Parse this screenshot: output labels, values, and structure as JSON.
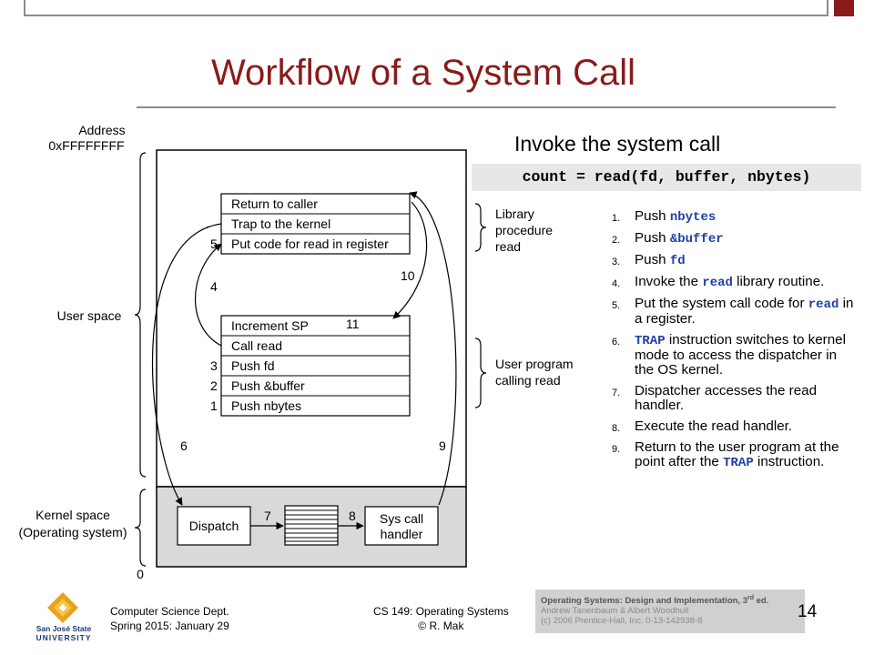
{
  "slide": {
    "title": "Workflow of a System Call",
    "subtitle": "Invoke the system call",
    "code": "count = read(fd, buffer, nbytes)",
    "page_number": "14"
  },
  "diagram": {
    "address_label": "Address",
    "address_top": "0xFFFFFFFF",
    "address_bottom": "0",
    "user_space_label": "User space",
    "kernel_space_label": "Kernel space",
    "kernel_space_sub": "(Operating system)",
    "library_box": [
      "Return to caller",
      "Trap to the kernel",
      "Put code for read in register"
    ],
    "program_box": [
      "Increment SP",
      "Call read",
      "Push fd",
      "Push &buffer",
      "Push nbytes"
    ],
    "library_brace_label": [
      "Library",
      "procedure",
      "read"
    ],
    "program_brace_label": [
      "User program",
      "calling read"
    ],
    "dispatch_label": "Dispatch",
    "handler_label": [
      "Sys call",
      "handler"
    ],
    "step_numbers": {
      "s1": "1",
      "s2": "2",
      "s3": "3",
      "s4": "4",
      "s5": "5",
      "s6": "6",
      "s7": "7",
      "s8": "8",
      "s9": "9",
      "s10": "10",
      "s11": "11"
    }
  },
  "steps": [
    {
      "num": "1.",
      "pre": "Push ",
      "code": "nbytes",
      "post": ""
    },
    {
      "num": "2.",
      "pre": "Push ",
      "code": "&buffer",
      "post": ""
    },
    {
      "num": "3.",
      "pre": "Push ",
      "code": "fd",
      "post": ""
    },
    {
      "num": "4.",
      "pre": "Invoke the ",
      "code": "read",
      "post": " library routine."
    },
    {
      "num": "5.",
      "pre": "Put the system call code for ",
      "code": "read",
      "post": " in a register."
    },
    {
      "num": "6.",
      "pre": "",
      "code": "TRAP",
      "post": " instruction switches to kernel mode to access the dispatcher in the OS kernel."
    },
    {
      "num": "7.",
      "pre": "Dispatcher accesses the read handler.",
      "code": "",
      "post": ""
    },
    {
      "num": "8.",
      "pre": "Execute the read handler.",
      "code": "",
      "post": ""
    },
    {
      "num": "9.",
      "pre": "Return to the user program at the point after the ",
      "code": "TRAP",
      "post": " instruction."
    }
  ],
  "footer": {
    "dept": "Computer Science Dept.",
    "term": "Spring 2015: January 29",
    "course": "CS 149: Operating Systems",
    "author": "© R. Mak",
    "citation_title": "Operating Systems: Design and Implementation, 3",
    "citation_sup": "rd",
    "citation_title_end": " ed.",
    "citation_authors": "Andrew Tanenbaum & Albert Woodhull",
    "citation_copyright": "(c) 2006 Prentice-Hall, Inc. 0-13-142938-8",
    "logo_text_1": "San José State",
    "logo_text_2": "UNIVERSITY"
  },
  "colors": {
    "title": "#8b1a1a",
    "code_blue": "#1f3fa6",
    "kernel_fill": "#d9d9d9"
  }
}
